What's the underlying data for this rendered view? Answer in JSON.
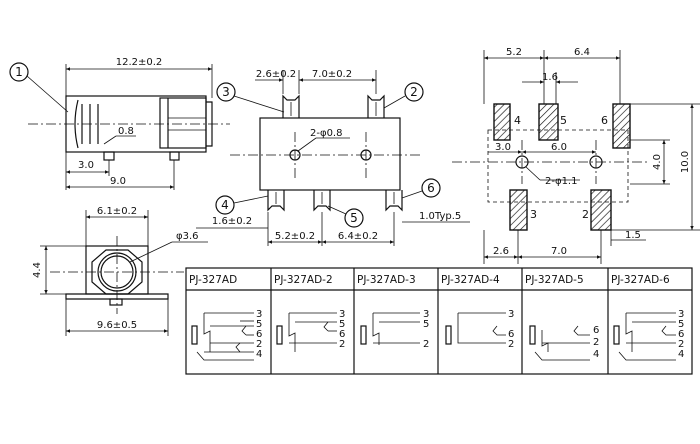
{
  "side_view": {
    "callout": "1",
    "dim_length": "12.2±0.2",
    "dim_small": "0.8",
    "dim_left": "3.0",
    "dim_total": "9.0"
  },
  "front_view": {
    "dim_width": "6.1±0.2",
    "dim_height": "4.4",
    "dim_hole": "φ3.6",
    "dim_base": "9.6±0.5"
  },
  "top_view": {
    "dim_a": "2.6±0.2",
    "dim_b": "7.0±0.2",
    "dim_hole": "2-φ0.8",
    "dim_c": "1.6±0.2",
    "dim_d": "5.2±0.2",
    "dim_e": "6.4±0.2",
    "dim_f": "1.0Typ.5",
    "callouts": [
      "3",
      "2",
      "4",
      "5",
      "6"
    ]
  },
  "footprint": {
    "dim_top_left": "5.2",
    "dim_top_right": "6.4",
    "dim_pad": "1.6",
    "dim_inner_left": "3.0",
    "dim_inner_right": "6.0",
    "dim_height_inner": "4.0",
    "dim_height_outer": "10.0",
    "dim_holes": "2-φ1.1",
    "dim_bottom_left": "2.6",
    "dim_bottom_mid": "7.0",
    "dim_bottom_right": "1.5",
    "pad_labels": [
      "4",
      "5",
      "6",
      "3",
      "2"
    ]
  },
  "variants": {
    "headers": [
      "PJ-327AD",
      "PJ-327AD-2",
      "PJ-327AD-3",
      "PJ-327AD-4",
      "PJ-327AD-5",
      "PJ-327AD-6"
    ],
    "pins": [
      [
        "3",
        "5",
        "6",
        "2",
        "4"
      ],
      [
        "3",
        "5",
        "6",
        "2"
      ],
      [
        "3",
        "5",
        "2"
      ],
      [
        "3",
        "6",
        "2"
      ],
      [
        "6",
        "2",
        "4"
      ],
      [
        "3",
        "5",
        "6",
        "2",
        "4"
      ]
    ]
  }
}
